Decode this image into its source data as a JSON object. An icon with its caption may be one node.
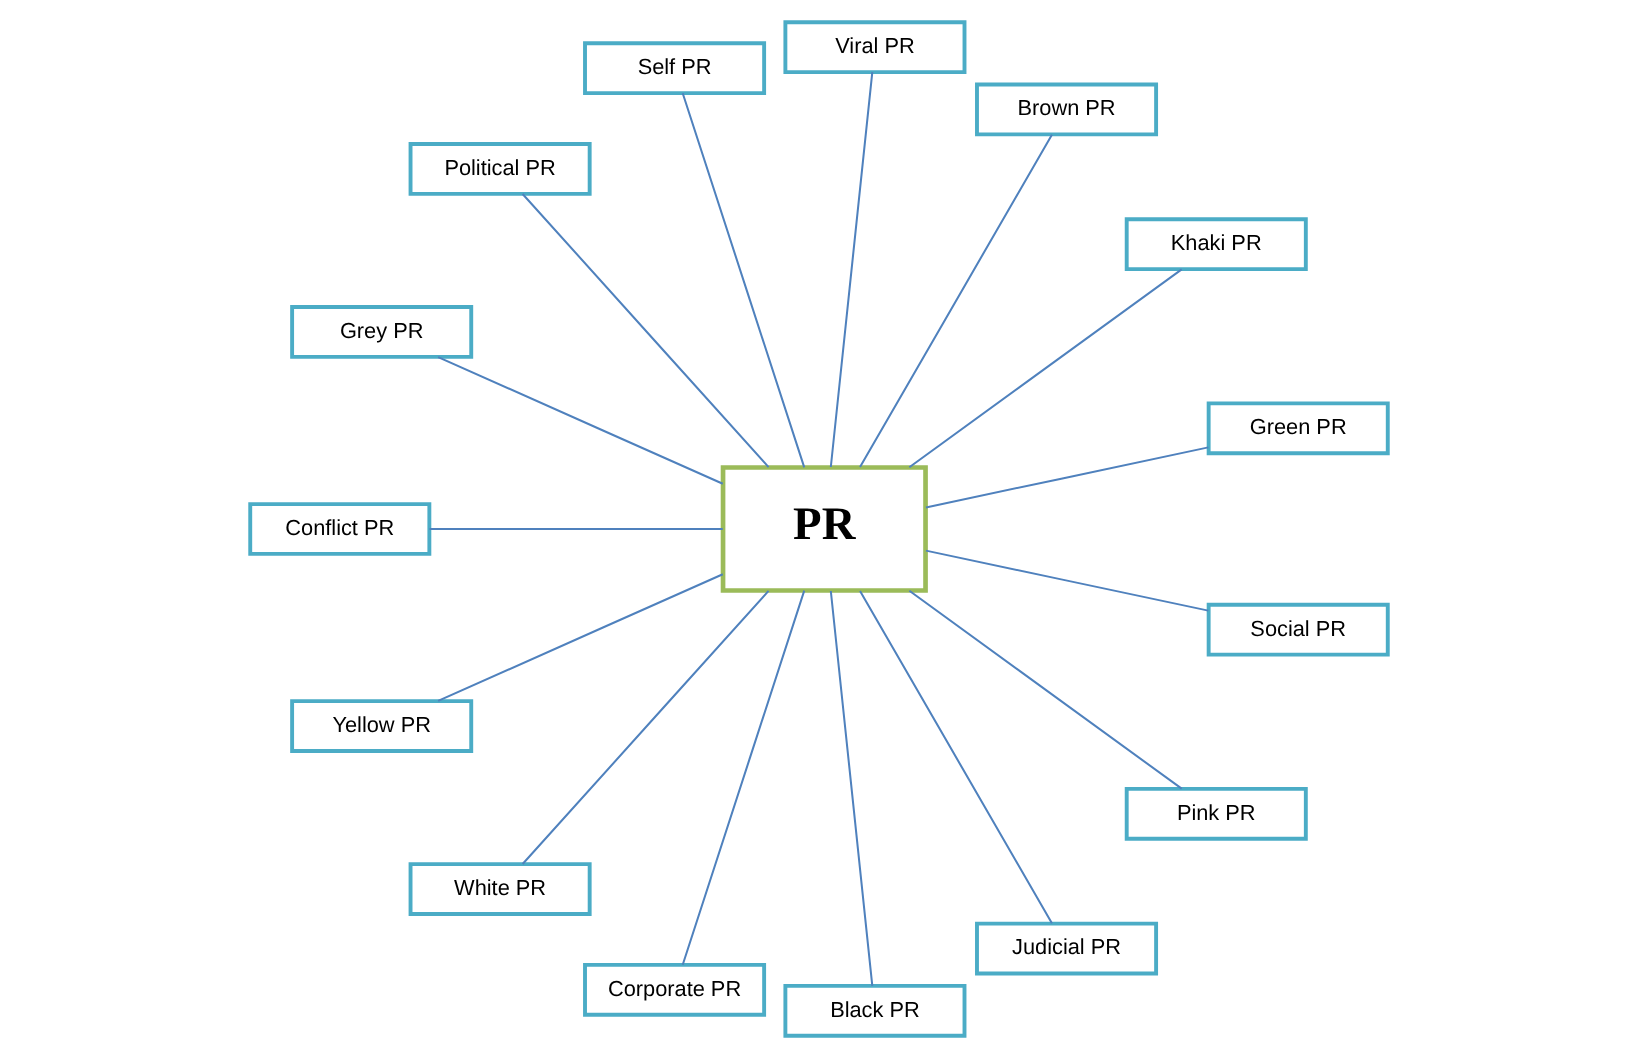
{
  "diagram": {
    "nodes": [
      {
        "text": [
          "PR"
        ]
      },
      {
        "text": [
          "Green PR"
        ]
      },
      {
        "text": [
          "Khaki PR"
        ]
      },
      {
        "text": [
          "Brown PR"
        ]
      },
      {
        "text": [
          "Viral PR"
        ]
      },
      {
        "text": [
          "Self PR"
        ]
      },
      {
        "text": [
          "Political PR"
        ]
      },
      {
        "text": [
          "Grey PR"
        ]
      },
      {
        "text": [
          "Conflict PR"
        ]
      },
      {
        "text": [
          "Yellow PR"
        ]
      },
      {
        "text": [
          "White PR"
        ]
      },
      {
        "text": [
          "Corporate PR"
        ]
      },
      {
        "text": [
          "Black PR"
        ]
      },
      {
        "text": [
          "Judicial PR"
        ]
      },
      {
        "text": [
          "Pink PR"
        ]
      },
      {
        "text": [
          "Social PR"
        ]
      }
    ],
    "edges": [
      {
        "from": 0,
        "to": 2,
        "arrow": "none"
      },
      {
        "from": 0,
        "to": 4,
        "arrow": "none"
      },
      {
        "from": 0,
        "to": 6,
        "arrow": "none"
      },
      {
        "from": 0,
        "to": 8,
        "arrow": "none"
      },
      {
        "from": 0,
        "to": 11,
        "arrow": "none"
      },
      {
        "from": 0,
        "to": 13,
        "arrow": "none"
      },
      {
        "from": 0,
        "to": 15,
        "arrow": "none"
      },
      {
        "from": 0,
        "to": 14,
        "arrow": "none"
      },
      {
        "from": 0,
        "to": 12,
        "arrow": "none"
      },
      {
        "from": 0,
        "to": 10,
        "arrow": "none"
      },
      {
        "from": 0,
        "to": 9,
        "arrow": "none"
      },
      {
        "from": 0,
        "to": 7,
        "arrow": "none"
      },
      {
        "from": 0,
        "to": 5,
        "arrow": "none"
      },
      {
        "from": 0,
        "to": 3,
        "arrow": "none"
      },
      {
        "from": 0,
        "to": 1,
        "arrow": "none"
      }
    ]
  }
}
